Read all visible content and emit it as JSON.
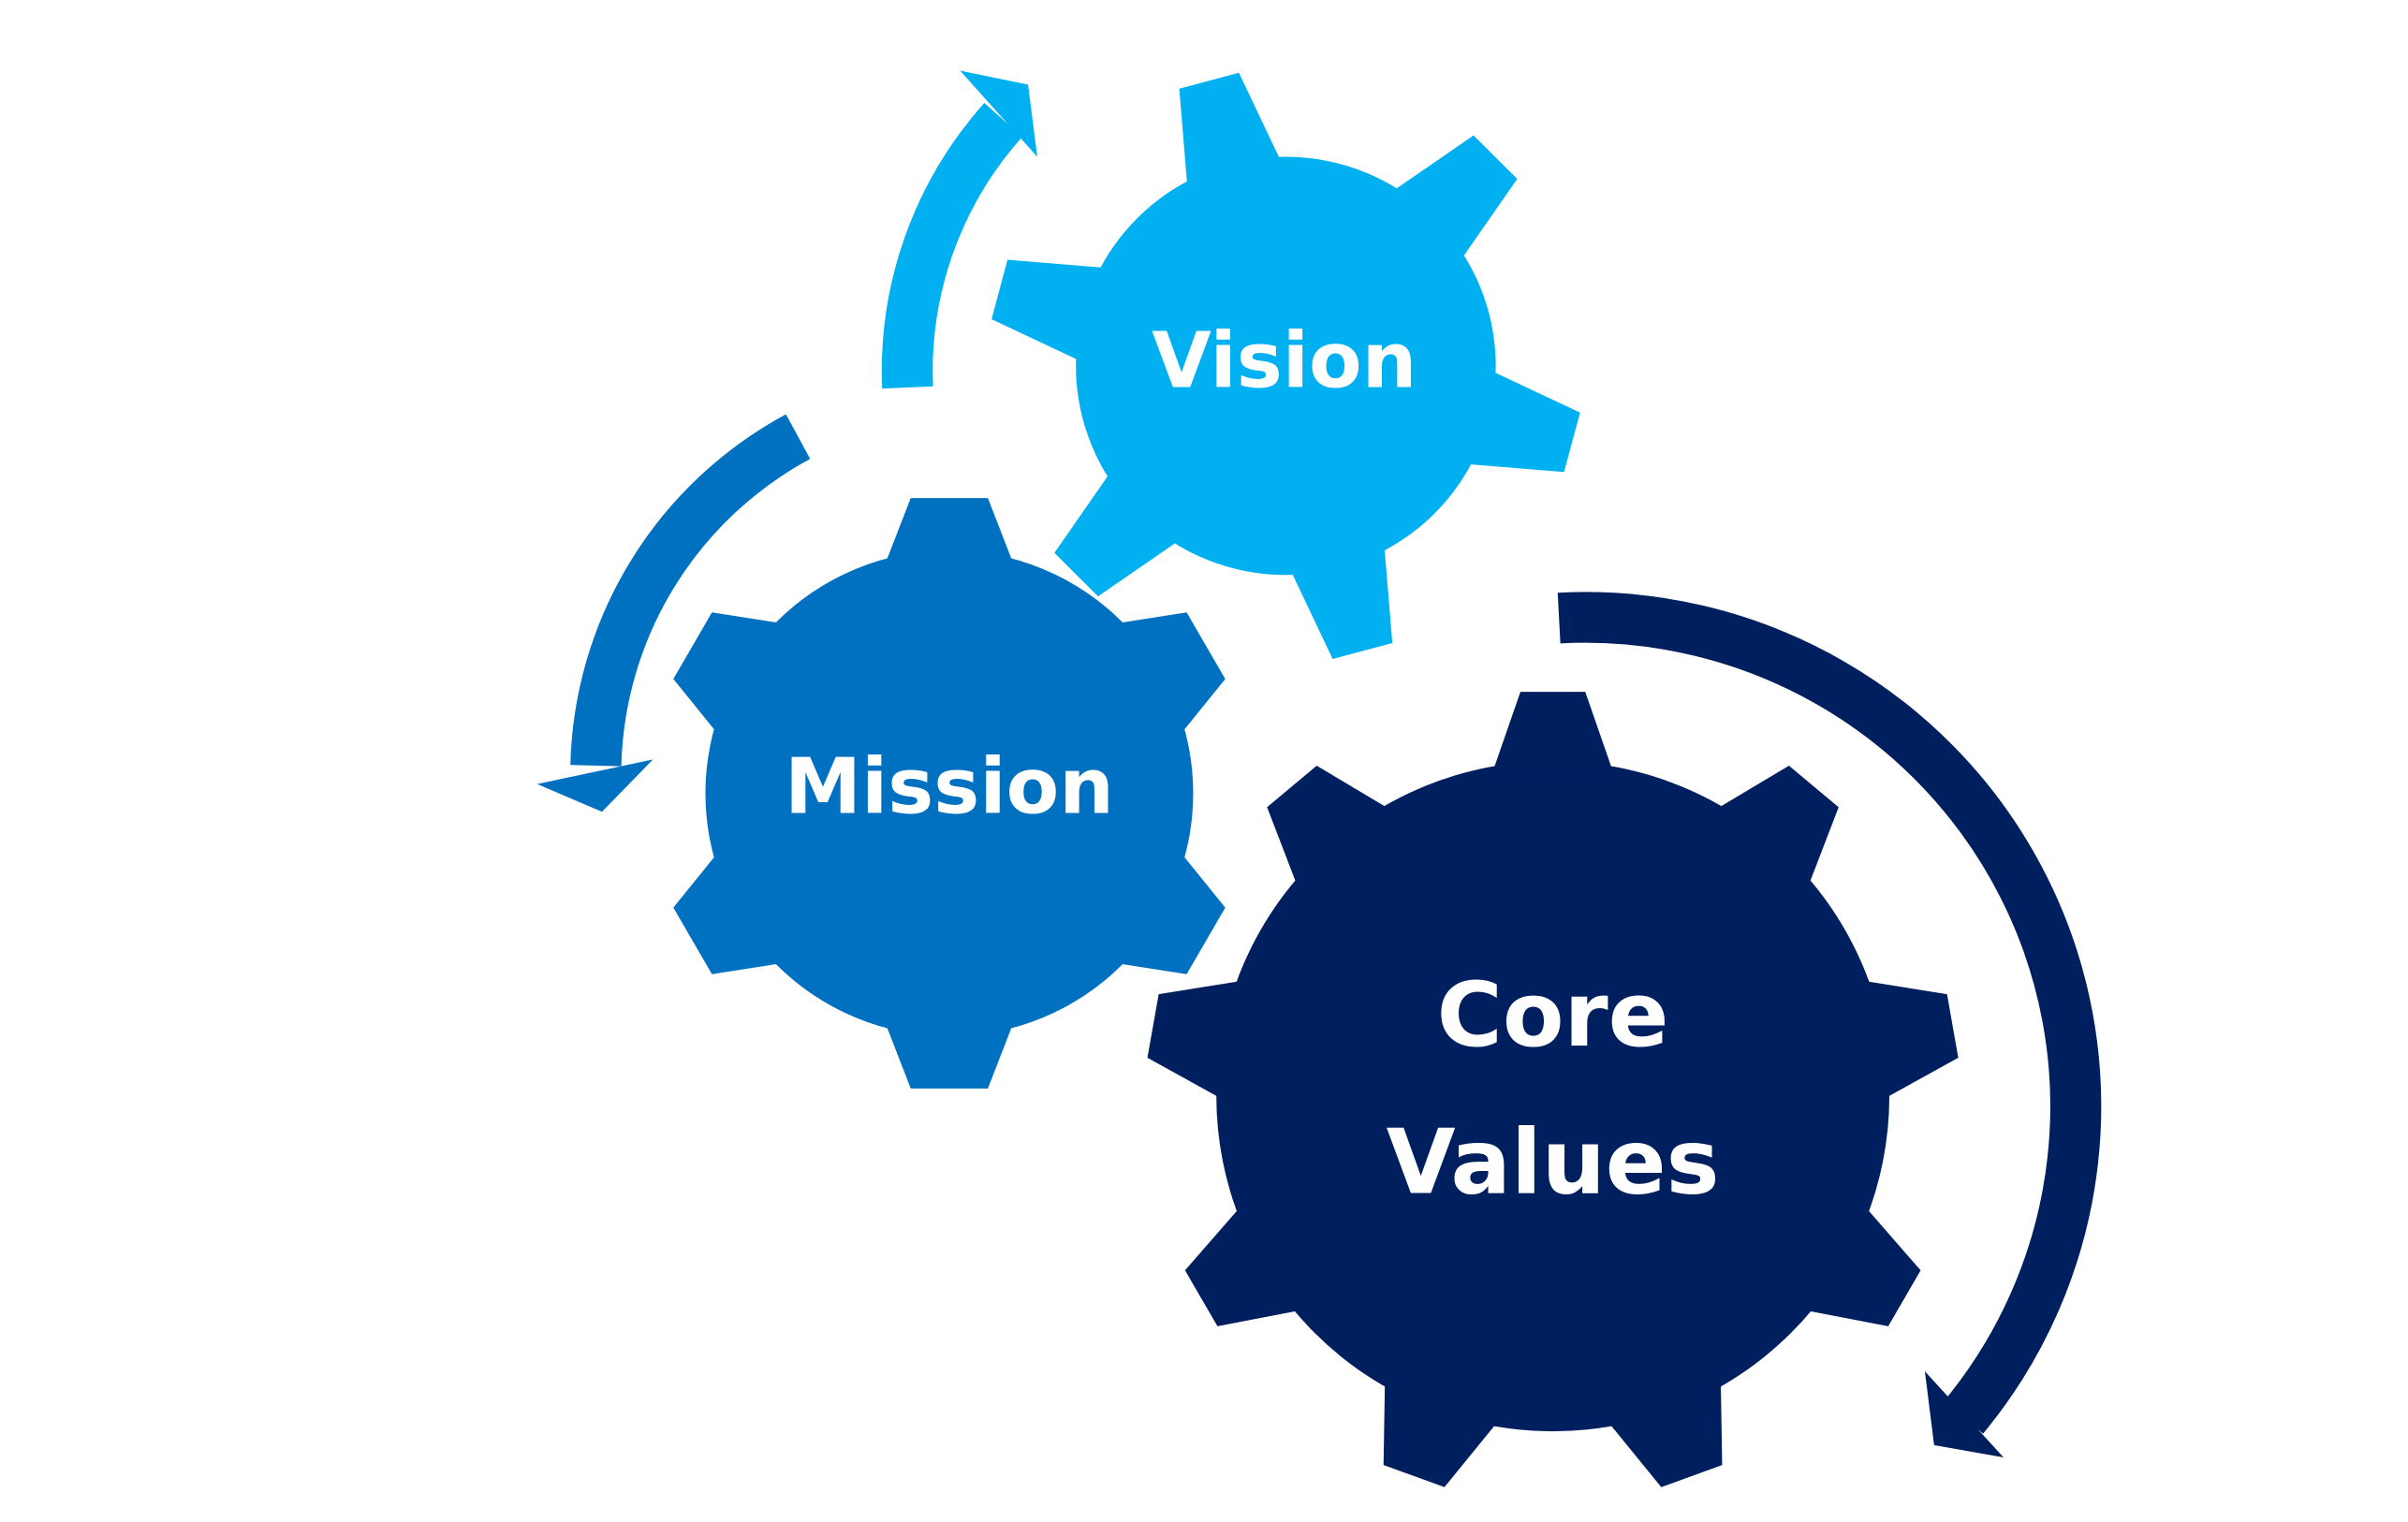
{
  "diagram": {
    "gears": [
      {
        "id": "vision",
        "label_lines": [
          "Vision"
        ],
        "color": "#00b0f0"
      },
      {
        "id": "mission",
        "label_lines": [
          "Mission"
        ],
        "color": "#0070c0"
      },
      {
        "id": "core-values",
        "label_lines": [
          "Core",
          "Values"
        ],
        "color": "#001f5f"
      }
    ],
    "arrows": [
      {
        "id": "vision-arrow",
        "color": "#00b0f0"
      },
      {
        "id": "mission-arrow",
        "color": "#0070c0"
      },
      {
        "id": "core-values-arrow",
        "color": "#001f5f"
      }
    ]
  }
}
